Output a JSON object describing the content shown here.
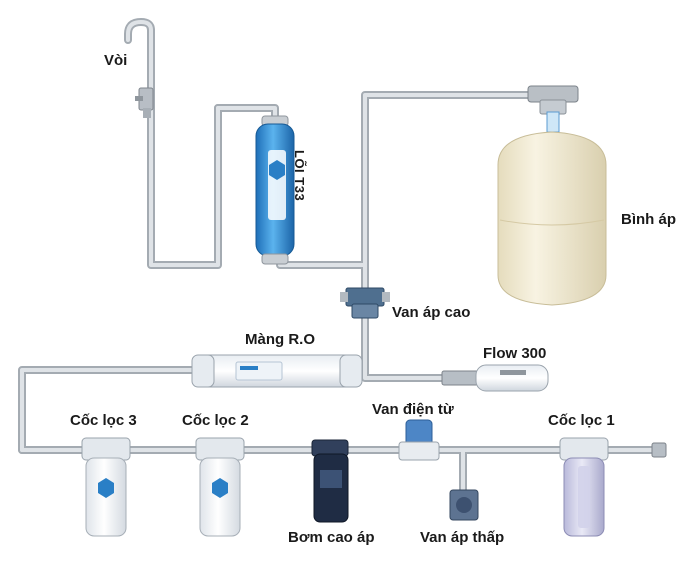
{
  "labels": {
    "faucet": "Vòi",
    "t33": "LÕI T33",
    "tank": "Bình áp",
    "high_pressure_valve": "Van áp cao",
    "ro_membrane": "Màng R.O",
    "flow": "Flow 300",
    "solenoid": "Van điện từ",
    "filter1": "Cốc lọc 1",
    "filter2": "Cốc lọc 2",
    "filter3": "Cốc lọc 3",
    "pump": "Bơm cao áp",
    "low_pressure_valve": "Van áp thấp"
  },
  "colors": {
    "pipe": "#cfd3d8",
    "pipe_edge": "#9aa1a8",
    "t33_body": "#2a8fd6",
    "tank": "#f1ead2",
    "housing": "#f4f6f8",
    "housing_clear": "#cfcfe6",
    "pump": "#1f2c44",
    "valve_blue": "#5b8ec2"
  }
}
